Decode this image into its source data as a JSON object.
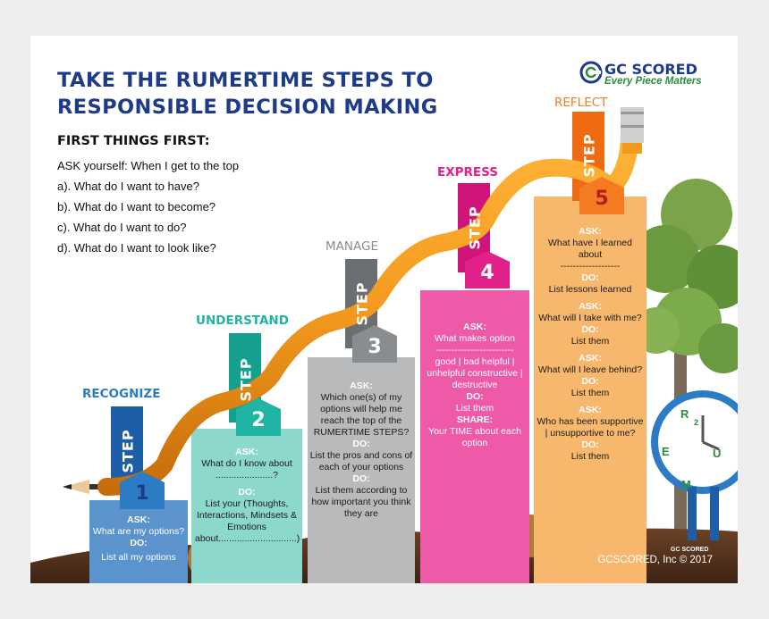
{
  "header": {
    "title_line1": "TAKE THE RUMERTIME STEPS TO",
    "title_line2": "RESPONSIBLE DECISION MAKING"
  },
  "logo": {
    "name": "GC SCORED",
    "tagline": "Every Piece Matters",
    "mini": "GC SCORED"
  },
  "intro": {
    "heading": "FIRST THINGS FIRST:",
    "lines": [
      "ASK yourself: When I get to the top",
      "a). What do I want to have?",
      "b). What do I want to become?",
      "c). What do I want to do?",
      "d). What do I want to look like?"
    ]
  },
  "steps": [
    {
      "category": "RECOGNIZE",
      "step_word": "STEP",
      "number": "1",
      "color": "#2b7cc4",
      "panel": {
        "ask_label": "ASK:",
        "ask": "What are my options?",
        "do_label": "DO:",
        "do": "List all my options"
      }
    },
    {
      "category": "UNDERSTAND",
      "step_word": "STEP",
      "number": "2",
      "color": "#1fb5a2",
      "panel": {
        "ask_label": "ASK:",
        "ask": "What do I know about ......................?",
        "do_label": "DO:",
        "do": "List your (Thoughts, Interactions, Mindsets & Emotions about..............................)"
      }
    },
    {
      "category": "MANAGE",
      "step_word": "STEP",
      "number": "3",
      "color": "#8a8d90",
      "panel": {
        "ask_label": "ASK:",
        "ask": "Which one(s) of my options will help me reach the top of the RUMERTIME STEPS?",
        "do_label": "DO:",
        "do": "List the pros and cons of each of your options",
        "do2_label": "DO:",
        "do2": "List them according to how important you think they are"
      }
    },
    {
      "category": "EXPRESS",
      "step_word": "STEP",
      "number": "4",
      "color": "#e0218a",
      "panel": {
        "ask_label": "ASK:",
        "ask": "What makes option",
        "sep": "-------------------------",
        "ask2": "good | bad helpful | unhelpful constructive | destructive",
        "do_label": "DO:",
        "do": "List them",
        "share_label": "SHARE:",
        "share": "Your TIME about each option"
      }
    },
    {
      "category": "REFLECT",
      "step_word": "STEP",
      "number": "5",
      "color": "#f47b20",
      "panel": {
        "ask_label": "ASK:",
        "ask": "What have I learned about",
        "sep": "-------------------",
        "do_label": "DO:",
        "do": "List lessons learned",
        "ask2_label": "ASK:",
        "ask2": "What will I take with me?",
        "do2_label": "DO:",
        "do2": "List them",
        "ask3_label": "ASK:",
        "ask3": "What will I leave behind?",
        "do3_label": "DO:",
        "do3": "List them",
        "ask4_label": "ASK:",
        "ask4": "Who has been supportive | unsupportive to me?",
        "do4_label": "DO:",
        "do4": "List them"
      }
    }
  ],
  "clock": {
    "letters": [
      "R",
      "U",
      "M",
      "E",
      "2"
    ]
  },
  "footer": {
    "copyright": "GCSCORED, Inc © 2017"
  }
}
